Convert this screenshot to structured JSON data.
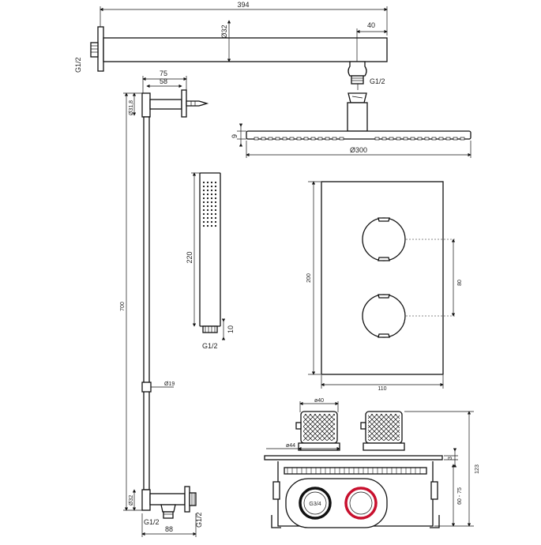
{
  "shower_arm": {
    "length": "394",
    "diameter": "Ø32",
    "offset": "40",
    "thread_left": "G1/2",
    "thread_bottom": "G1/2"
  },
  "shower_head": {
    "thickness": "9",
    "diameter": "Ø300"
  },
  "slide_rail": {
    "top_width": "75",
    "top_inner": "58",
    "top_diameter": "Ø31,8",
    "height": "700",
    "rod_diameter": "Ø19",
    "bottom_diameter": "Ø32",
    "bottom_width": "88",
    "thread_left": "G1/2",
    "thread_right": "G1/2"
  },
  "hand_shower": {
    "length": "220",
    "connector": "10",
    "thread": "G1/2"
  },
  "thermostat_plate": {
    "height": "200",
    "width": "110",
    "spacing": "80"
  },
  "mixer_body": {
    "knob_diameter": "ø40",
    "base_diameter": "ø44",
    "plate_thickness": "3",
    "total_height": "123",
    "depth_range": "60 - 75",
    "inlet": "G3/4",
    "hot_color": "#c8102e",
    "cold_color": "#111111"
  }
}
